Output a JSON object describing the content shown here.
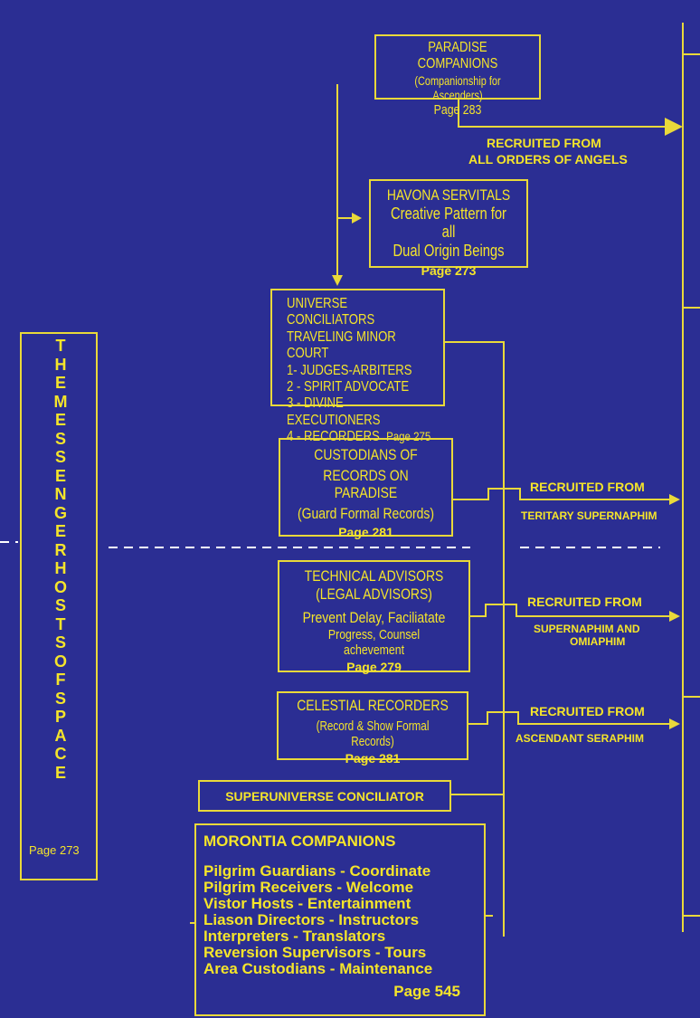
{
  "messenger_hosts": {
    "title_letters": [
      "T",
      "H",
      "E",
      "M",
      "E",
      "S",
      "S",
      "E",
      "N",
      "G",
      "E",
      "R",
      "H",
      "O",
      "S",
      "T",
      "S",
      "O",
      "F",
      "S",
      "P",
      "A",
      "C",
      "E"
    ],
    "page": "Page 273"
  },
  "paradise_companions": {
    "line1": "PARADISE COMPANIONS",
    "line2": "(Companionship for Ascenders)",
    "page": "Page 283"
  },
  "recruited_angels": {
    "line1": "RECRUITED FROM",
    "line2": "ALL ORDERS OF ANGELS"
  },
  "havona_servitals": {
    "line1": "HAVONA SERVITALS",
    "line2": "Creative Pattern for all",
    "line3": "Dual Origin Beings",
    "page": "Page 273"
  },
  "universe_conciliators": {
    "line1": "UNIVERSE CONCILIATORS",
    "line2": "TRAVELING MINOR COURT",
    "line3": "1- JUDGES-ARBITERS",
    "line4": "2 - SPIRIT ADVOCATE",
    "line5": "3 - DIVINE EXECUTIONERS",
    "line6": "4 - RECORDERS",
    "page": "Page 275"
  },
  "custodians": {
    "line1": "CUSTODIANS OF",
    "line2": "RECORDS ON PARADISE",
    "line3": "(Guard Formal Records)",
    "page": "Page 281"
  },
  "recruited_tertiary": {
    "line1": "RECRUITED FROM",
    "line2": "TERITARY SUPERNAPHIM"
  },
  "technical_advisors": {
    "line1": "TECHNICAL ADVISORS",
    "line2": "(LEGAL ADVISORS)",
    "line3": "Prevent Delay, Faciliatate",
    "line4": "Progress, Counsel achevement",
    "page": "Page 279"
  },
  "recruited_supernaphim": {
    "line1": "RECRUITED FROM",
    "line2": "SUPERNAPHIM AND",
    "line3": "OMIAPHIM"
  },
  "celestial_recorders": {
    "line1": "CELESTIAL RECORDERS",
    "line2": "(Record & Show Formal Records)",
    "page": "Page 281"
  },
  "recruited_seraphim": {
    "line1": "RECRUITED FROM",
    "line2": "ASCENDANT SERAPHIM"
  },
  "superuniverse_conciliator": {
    "label": "SUPERUNIVERSE CONCILIATOR"
  },
  "morontia_companions": {
    "title": "MORONTIA  COMPANIONS",
    "items": [
      "Pilgrim Guardians - Coordinate",
      "Pilgrim Receivers - Welcome",
      "Vistor Hosts - Entertainment",
      "Liason Directors - Instructors",
      "Interpreters - Translators",
      "Reversion Supervisors - Tours",
      "Area Custodians - Maintenance"
    ],
    "page": "Page 545"
  },
  "colors": {
    "background": "#2b2e93",
    "text": "#f5e52a",
    "line": "#e9d93a",
    "dashed": "#ffffff"
  }
}
